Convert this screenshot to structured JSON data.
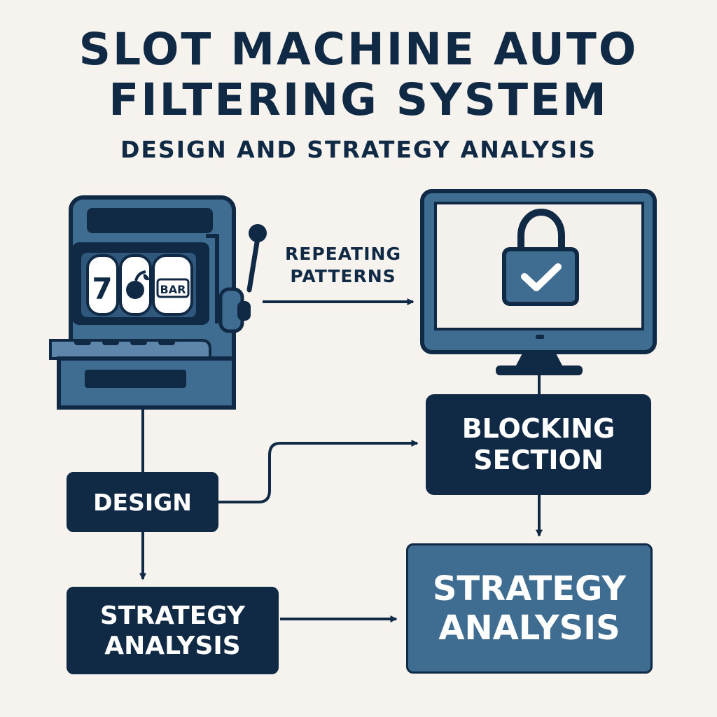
{
  "title": "SLOT MACHINE AUTO\nFILTERING SYSTEM",
  "subtitle": "DESIGN AND STRATEGY ANALYSIS",
  "slot_machine": {
    "reel_symbols": [
      "7",
      "🍒",
      "BAR"
    ]
  },
  "flow_label": "REPEATING\nPATTERNS",
  "boxes": {
    "blocking_section": "BLOCKING\nSECTION",
    "design": "DESIGN",
    "strategy_analysis_left": "STRATEGY\nANALYSIS",
    "strategy_analysis_right": "STRATEGY\nANALYSIS"
  },
  "colors": {
    "navy": "#102a45",
    "blue": "#3f6d92",
    "light_blue": "#5d86aa",
    "screen": "#f4f1ec",
    "background": "#f6f3ef"
  },
  "icons": {
    "machine": "slot-machine-icon",
    "computer": "monitor-icon",
    "lock": "padlock-with-checkmark-icon"
  }
}
